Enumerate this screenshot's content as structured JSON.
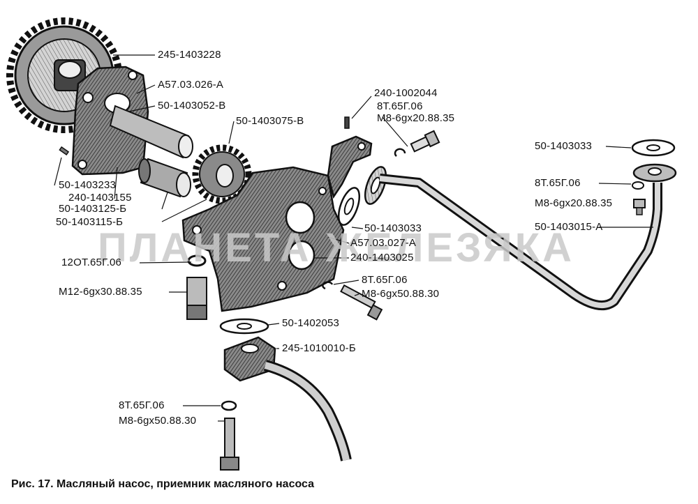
{
  "labels": {
    "l01": "245-1403228",
    "l02": "А57.03.026-А",
    "l03": "50-1403052-В",
    "l04": "50-1403075-В",
    "l05": "50-1403233",
    "l06": "240-1403155",
    "l07": "50-1403125-Б",
    "l08": "50-1403115-Б",
    "l09": "12ОТ.65Г.06",
    "l10": "М12-6gx30.88.35",
    "l11": "240-1002044",
    "l12": "8Т.65Г.06",
    "l13": "М8-6gx20.88.35",
    "l14": "50-1403033",
    "l15": "8Т.65Г.06",
    "l16": "М8-6gx20.88.35",
    "l17": "50-1403015-А",
    "l18": "50-1403033",
    "l19": "А57.03.027-А",
    "l20": "240-1403025",
    "l21": "8Т.65Г.06",
    "l22": "М8-6gx50.88.30",
    "l23": "50-1402053",
    "l24": "245-1010010-Б",
    "l25": "8Т.65Г.06",
    "l26": "М8-6gx50.88.30"
  },
  "watermark": "ПЛАНЕТА ЖЕЛЕЗЯКА",
  "caption": "Рис. 17. Масляный насос, приемник масляного насоса"
}
